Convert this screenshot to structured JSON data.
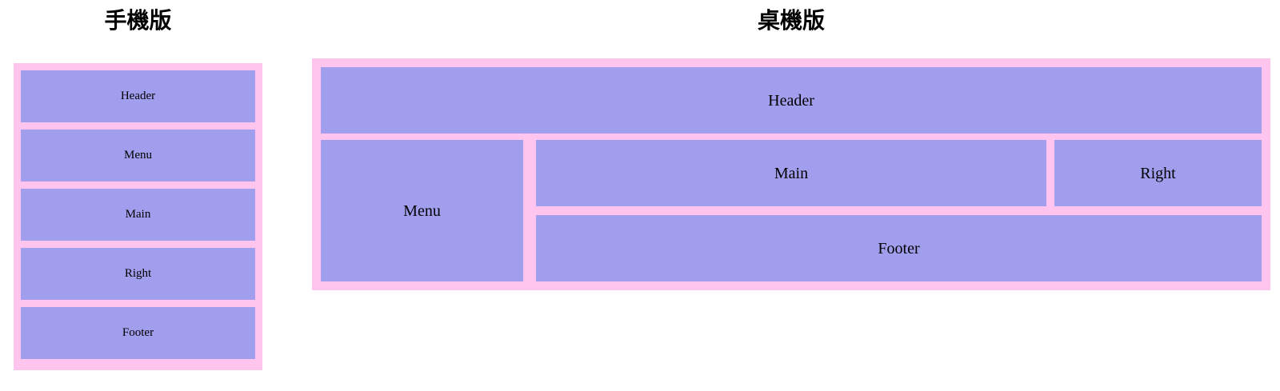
{
  "page": {
    "background_color": "#ffffff",
    "frame_color": "#ffc5ef",
    "block_color": "#a29eee",
    "text_color": "#000000"
  },
  "mobile": {
    "title": "手機版",
    "blocks": [
      {
        "label": "Header"
      },
      {
        "label": "Menu"
      },
      {
        "label": "Main"
      },
      {
        "label": "Right"
      },
      {
        "label": "Footer"
      }
    ]
  },
  "desktop": {
    "title": "桌機版",
    "blocks": {
      "header": {
        "label": "Header"
      },
      "menu": {
        "label": "Menu"
      },
      "main": {
        "label": "Main"
      },
      "right": {
        "label": "Right"
      },
      "footer": {
        "label": "Footer"
      }
    }
  }
}
